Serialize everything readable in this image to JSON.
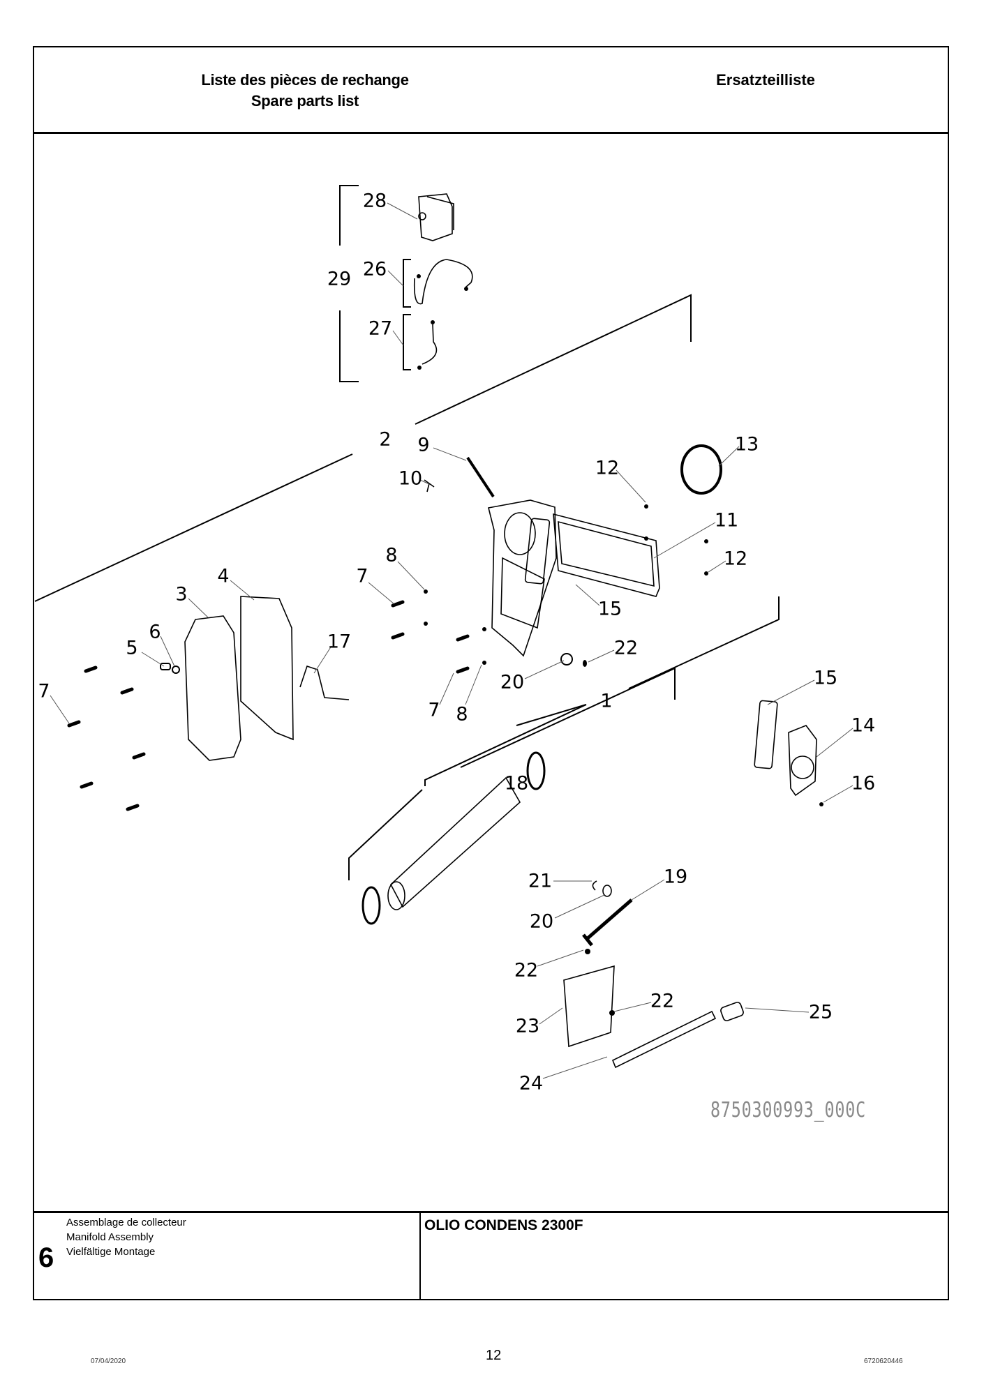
{
  "header": {
    "left_line1": "Liste des pièces de rechange",
    "left_line2": "Spare parts list",
    "right": "Ersatzteilliste"
  },
  "diagram": {
    "drawing_number": "8750300993_000C",
    "callouts": [
      {
        "label": "28"
      },
      {
        "label": "29"
      },
      {
        "label": "26"
      },
      {
        "label": "27"
      },
      {
        "label": "2"
      },
      {
        "label": "9"
      },
      {
        "label": "10"
      },
      {
        "label": "12"
      },
      {
        "label": "13"
      },
      {
        "label": "11"
      },
      {
        "label": "12"
      },
      {
        "label": "15"
      },
      {
        "label": "8"
      },
      {
        "label": "7"
      },
      {
        "label": "4"
      },
      {
        "label": "3"
      },
      {
        "label": "6"
      },
      {
        "label": "5"
      },
      {
        "label": "17"
      },
      {
        "label": "7"
      },
      {
        "label": "22"
      },
      {
        "label": "20"
      },
      {
        "label": "7"
      },
      {
        "label": "8"
      },
      {
        "label": "1"
      },
      {
        "label": "15"
      },
      {
        "label": "14"
      },
      {
        "label": "16"
      },
      {
        "label": "18"
      },
      {
        "label": "21"
      },
      {
        "label": "19"
      },
      {
        "label": "20"
      },
      {
        "label": "22"
      },
      {
        "label": "22"
      },
      {
        "label": "25"
      },
      {
        "label": "23"
      },
      {
        "label": "24"
      }
    ]
  },
  "footer": {
    "section_number": "6",
    "section_title_fr": "Assemblage de collecteur",
    "section_title_en": "Manifold Assembly",
    "section_title_de": "Vielfältige Montage",
    "model": "OLIO CONDENS 2300F"
  },
  "page": {
    "date": "07/04/2020",
    "number": "12",
    "document_number": "6720620446"
  }
}
